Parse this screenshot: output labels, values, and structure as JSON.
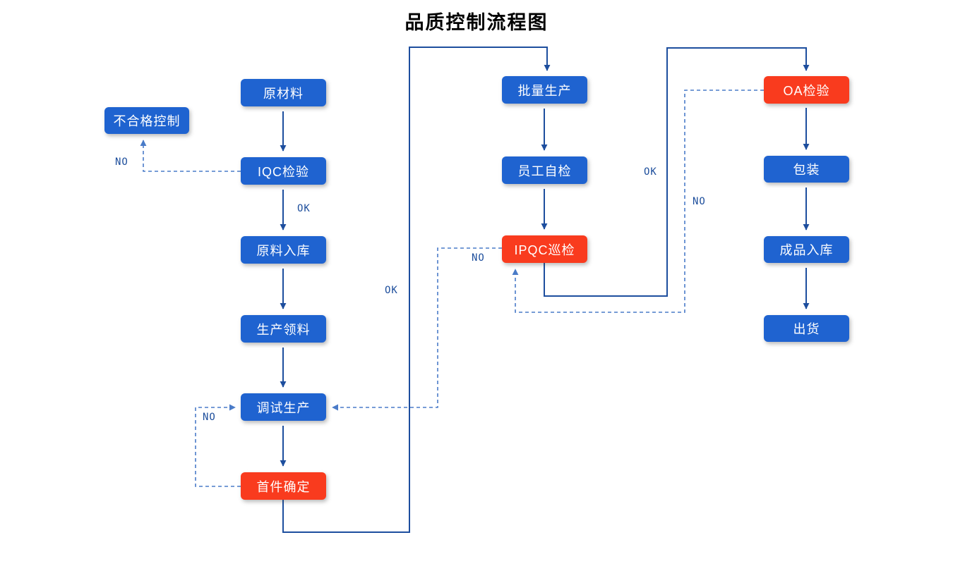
{
  "title": "品质控制流程图",
  "colors": {
    "box-blue": "#1F63D0",
    "box-red": "#F93B1E",
    "line-solid": "#1D4E9E",
    "line-dashed": "#4A7BC8",
    "label-blue": "#1D4E9C"
  },
  "nodes": [
    {
      "id": "raw-material",
      "label": "原材料",
      "type": "blue"
    },
    {
      "id": "nonconforming-control",
      "label": "不合格控制",
      "type": "blue"
    },
    {
      "id": "iqc-inspection",
      "label": "IQC检验",
      "type": "blue"
    },
    {
      "id": "material-storage",
      "label": "原料入库",
      "type": "blue"
    },
    {
      "id": "production-picking",
      "label": "生产领料",
      "type": "blue"
    },
    {
      "id": "trial-production",
      "label": "调试生产",
      "type": "blue"
    },
    {
      "id": "first-article-confirm",
      "label": "首件确定",
      "type": "red"
    },
    {
      "id": "batch-production",
      "label": "批量生产",
      "type": "blue"
    },
    {
      "id": "employee-self-check",
      "label": "员工自检",
      "type": "blue"
    },
    {
      "id": "ipqc-patrol",
      "label": "IPQC巡检",
      "type": "red"
    },
    {
      "id": "oa-inspection",
      "label": "OA检验",
      "type": "red"
    },
    {
      "id": "packaging",
      "label": "包装",
      "type": "blue"
    },
    {
      "id": "finished-storage",
      "label": "成品入库",
      "type": "blue"
    },
    {
      "id": "shipment",
      "label": "出货",
      "type": "blue"
    }
  ],
  "edge_labels": [
    {
      "text": "NO"
    },
    {
      "text": "OK"
    },
    {
      "text": "OK"
    },
    {
      "text": "NO"
    },
    {
      "text": "NO"
    },
    {
      "text": "OK"
    },
    {
      "text": "NO"
    }
  ],
  "connections": [
    {
      "from": "原材料",
      "to": "IQC检验",
      "style": "solid",
      "label": ""
    },
    {
      "from": "IQC检验",
      "to": "原料入库",
      "style": "solid",
      "label": "OK"
    },
    {
      "from": "IQC检验",
      "to": "不合格控制",
      "style": "dashed",
      "label": "NO"
    },
    {
      "from": "原料入库",
      "to": "生产领料",
      "style": "solid",
      "label": ""
    },
    {
      "from": "生产领料",
      "to": "调试生产",
      "style": "solid",
      "label": ""
    },
    {
      "from": "调试生产",
      "to": "首件确定",
      "style": "solid",
      "label": ""
    },
    {
      "from": "首件确定",
      "to": "调试生产",
      "style": "dashed",
      "label": "NO"
    },
    {
      "from": "首件确定",
      "to": "批量生产",
      "style": "solid",
      "label": "OK"
    },
    {
      "from": "批量生产",
      "to": "员工自检",
      "style": "solid",
      "label": ""
    },
    {
      "from": "员工自检",
      "to": "IPQC巡检",
      "style": "solid",
      "label": ""
    },
    {
      "from": "IPQC巡检",
      "to": "调试生产",
      "style": "dashed",
      "label": "NO"
    },
    {
      "from": "IPQC巡检",
      "to": "OA检验",
      "style": "solid",
      "label": "OK"
    },
    {
      "from": "OA检验",
      "to": "IPQC巡检",
      "style": "dashed",
      "label": "NO"
    },
    {
      "from": "OA检验",
      "to": "包装",
      "style": "solid",
      "label": ""
    },
    {
      "from": "包装",
      "to": "成品入库",
      "style": "solid",
      "label": ""
    },
    {
      "from": "成品入库",
      "to": "出货",
      "style": "solid",
      "label": ""
    }
  ]
}
